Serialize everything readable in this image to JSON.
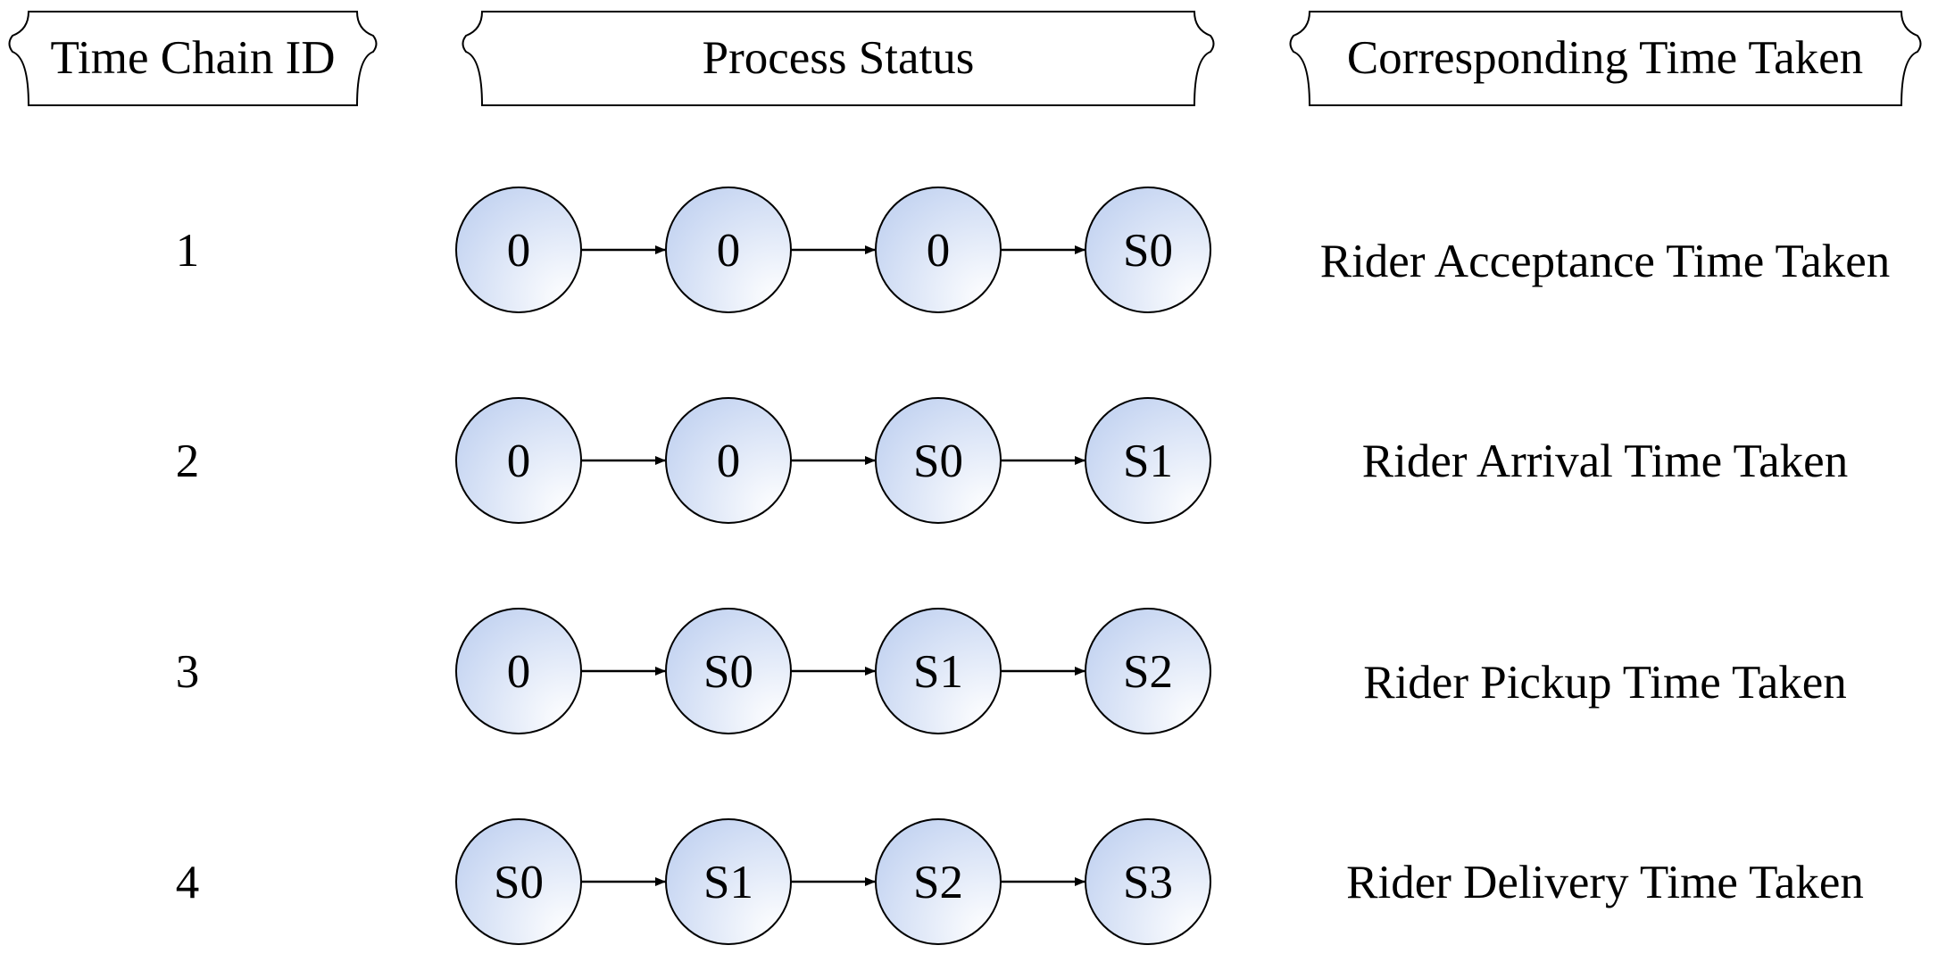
{
  "headers": {
    "id": "Time Chain ID",
    "process": "Process Status",
    "time": "Corresponding Time Taken"
  },
  "colors": {
    "node_fill_light": "#ffffff",
    "node_fill_dark": "#c7d6f2",
    "stroke": "#000000"
  },
  "rows": [
    {
      "id": "1",
      "states": [
        "0",
        "0",
        "0",
        "S0"
      ],
      "time": "Rider Acceptance Time Taken"
    },
    {
      "id": "2",
      "states": [
        "0",
        "0",
        "S0",
        "S1"
      ],
      "time": "Rider Arrival Time Taken"
    },
    {
      "id": "3",
      "states": [
        "0",
        "S0",
        "S1",
        "S2"
      ],
      "time": "Rider Pickup Time Taken"
    },
    {
      "id": "4",
      "states": [
        "S0",
        "S1",
        "S2",
        "S3"
      ],
      "time": "Rider Delivery Time Taken"
    }
  ]
}
